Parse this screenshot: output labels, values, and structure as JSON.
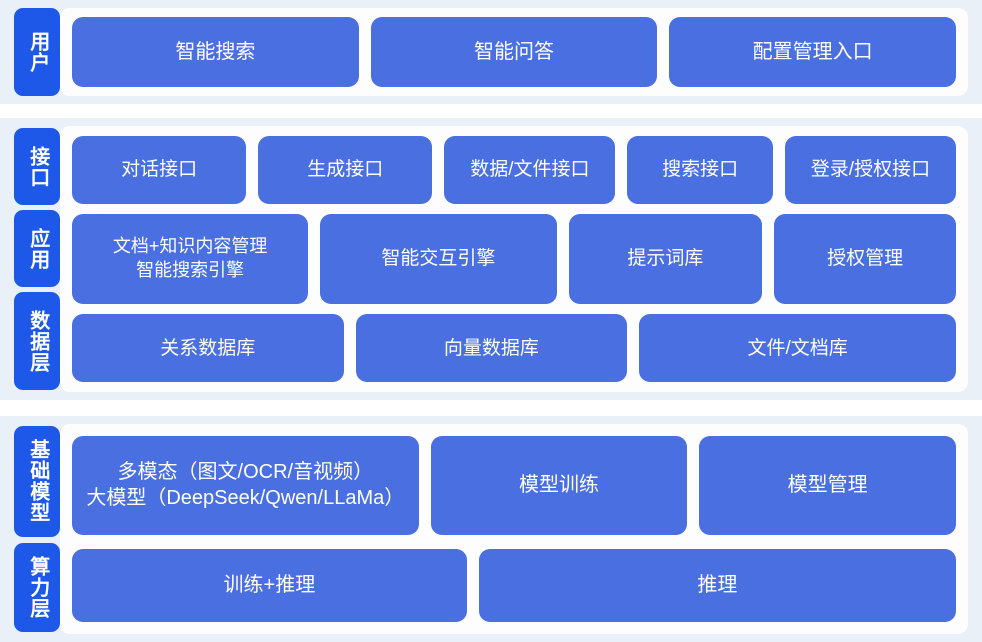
{
  "colors": {
    "page_background": "#eef3fa",
    "band_background": "#e9f0f8",
    "card_background": "#fdfdfe",
    "badge_blue": "#1d58e8",
    "node_blue": "#4a6fe0",
    "node_text": "#ffffff"
  },
  "bands": [
    {
      "badges": [
        {
          "label": "用户"
        }
      ],
      "rows": [
        {
          "name": "user-row",
          "nodes": [
            {
              "label": "智能搜索",
              "flex": 1.0
            },
            {
              "label": "智能问答",
              "flex": 1.0
            },
            {
              "label": "配置管理入口",
              "flex": 1.0
            }
          ]
        }
      ]
    },
    {
      "badges": [
        {
          "label": "接口"
        },
        {
          "label": "应用"
        },
        {
          "label": "数据层"
        }
      ],
      "rows": [
        {
          "name": "interface-row",
          "nodes": [
            {
              "label": "对话接口",
              "flex": 1.02
            },
            {
              "label": "生成接口",
              "flex": 1.02
            },
            {
              "label": "数据/文件接口",
              "flex": 1.0
            },
            {
              "label": "搜索接口",
              "flex": 0.83
            },
            {
              "label": "登录/授权接口",
              "flex": 1.0
            }
          ]
        },
        {
          "name": "application-row",
          "nodes": [
            {
              "label": "文档+知识内容管理\n智能搜索引擎",
              "flex": 1.07
            },
            {
              "label": "智能交互引擎",
              "flex": 1.07
            },
            {
              "label": "提示词库",
              "flex": 0.86
            },
            {
              "label": "授权管理",
              "flex": 0.8
            }
          ]
        },
        {
          "name": "data-row",
          "nodes": [
            {
              "label": "关系数据库",
              "flex": 1.0
            },
            {
              "label": "向量数据库",
              "flex": 1.0
            },
            {
              "label": "文件/文档库",
              "flex": 1.18
            }
          ]
        }
      ]
    },
    {
      "badges": [
        {
          "label": "基础模型"
        },
        {
          "label": "算力层"
        }
      ],
      "rows": [
        {
          "name": "foundation-model-row",
          "nodes": [
            {
              "label": "多模态（图文/OCR/音视频）\n大模型（DeepSeek/Qwen/LLaMa）",
              "flex": 1.38
            },
            {
              "label": "模型训练",
              "flex": 1.0
            },
            {
              "label": "模型管理",
              "flex": 1.0
            }
          ]
        },
        {
          "name": "compute-row",
          "nodes": [
            {
              "label": "训练+推理",
              "flex": 1.0
            },
            {
              "label": "推理",
              "flex": 1.22
            }
          ]
        }
      ]
    }
  ]
}
